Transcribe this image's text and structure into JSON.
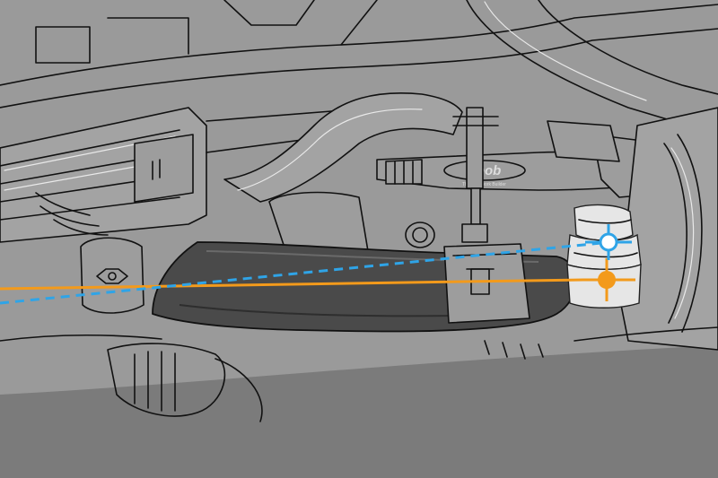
{
  "logo": {
    "brand": "Geob",
    "tagline": "The Bodywork Builder"
  },
  "colors": {
    "background": "#9a9a9a",
    "upper_surface": "#a3a3a3",
    "ground": "#7b7b7b",
    "lower_arm": "#4a4a4a",
    "boot": "#e6e6e6",
    "original_geometry_line": "#f39a1b",
    "modified_geometry_line": "#2fa4e7",
    "outline": "#111111"
  },
  "legend_markers": [
    {
      "name": "original-pivot-marker",
      "style": "filled-circle-crosshair",
      "color": "#f39a1b"
    },
    {
      "name": "modified-pivot-marker",
      "style": "open-circle-crosshair",
      "color": "#2fa4e7"
    }
  ],
  "icons": [
    "crosshair-marker-icon",
    "bolt-icon",
    "boot-icon"
  ]
}
